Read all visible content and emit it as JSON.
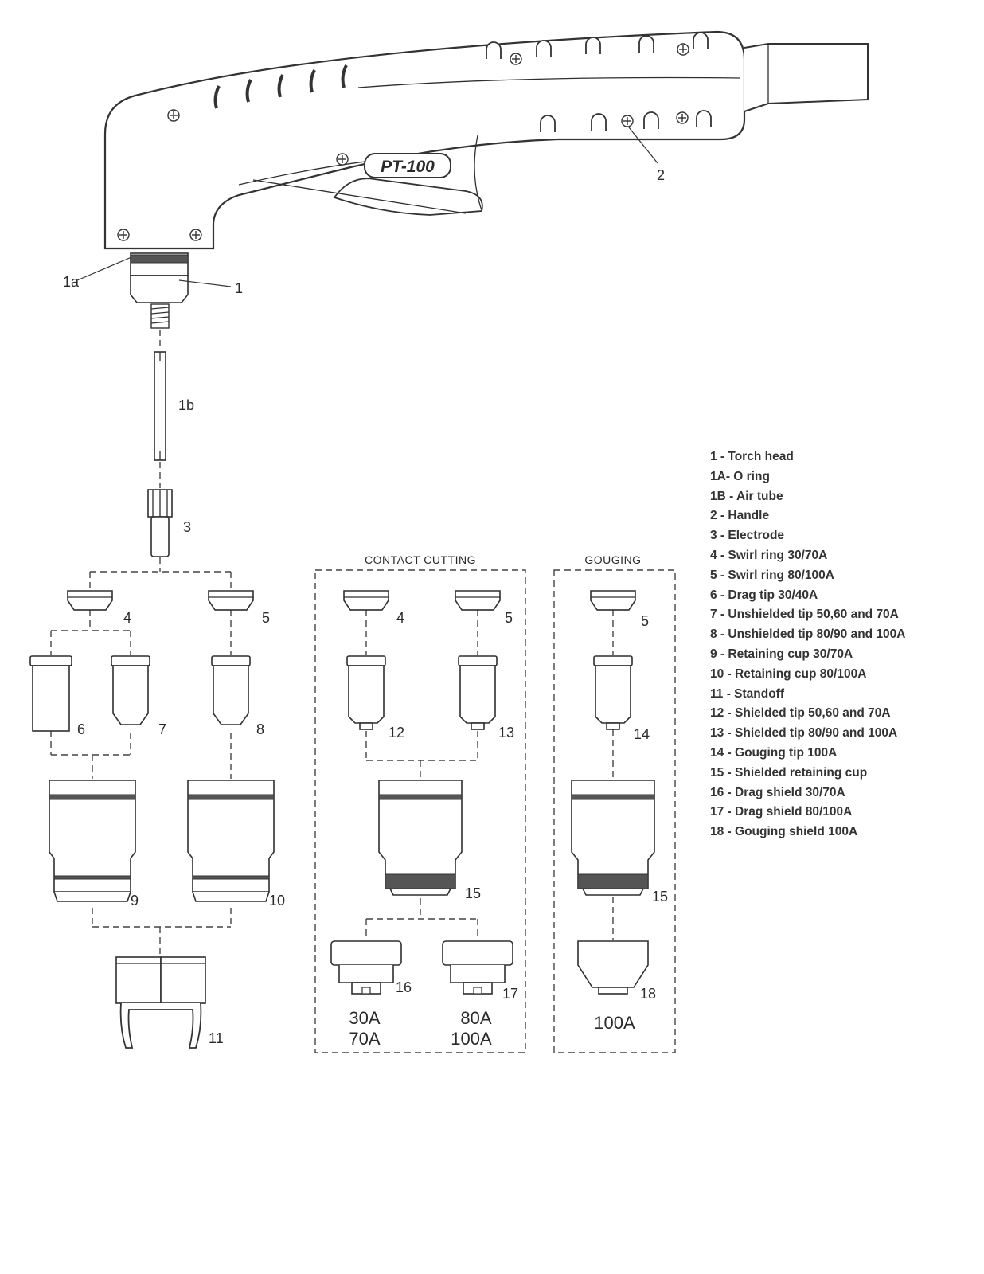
{
  "torch": {
    "model_label": "PT-100"
  },
  "callouts": {
    "c1": "1",
    "c1a": "1a",
    "c1b": "1b",
    "c2": "2",
    "c3": "3",
    "c4": "4",
    "c5": "5",
    "c6": "6",
    "c7": "7",
    "c8": "8",
    "c9": "9",
    "c10": "10",
    "c11": "11",
    "c12": "12",
    "c13": "13",
    "c14": "14",
    "c15": "15",
    "c16": "16",
    "c17": "17",
    "c18": "18"
  },
  "sections": {
    "contact_cutting": {
      "title": "CONTACT CUTTING",
      "amp_16_line1": "30A",
      "amp_16_line2": "70A",
      "amp_17_line1": "80A",
      "amp_17_line2": "100A"
    },
    "gouging": {
      "title": "GOUGING",
      "amp_18": "100A"
    }
  },
  "legend": [
    "1 - Torch head",
    "1A- O ring",
    "1B - Air tube",
    "2 - Handle",
    "3 - Electrode",
    "4 - Swirl ring 30/70A",
    "5 - Swirl ring 80/100A",
    "6 - Drag tip 30/40A",
    "7 - Unshielded tip 50,60 and 70A",
    "8 - Unshielded tip 80/90 and 100A",
    "9 - Retaining cup 30/70A",
    "10 - Retaining cup 80/100A",
    "11 - Standoff",
    "12 - Shielded tip 50,60 and 70A",
    "13 - Shielded tip 80/90 and 100A",
    "14 - Gouging tip 100A",
    "15 - Shielded retaining cup",
    "16 - Drag shield 30/70A",
    "17 - Drag shield 80/100A",
    "18 - Gouging shield 100A"
  ]
}
